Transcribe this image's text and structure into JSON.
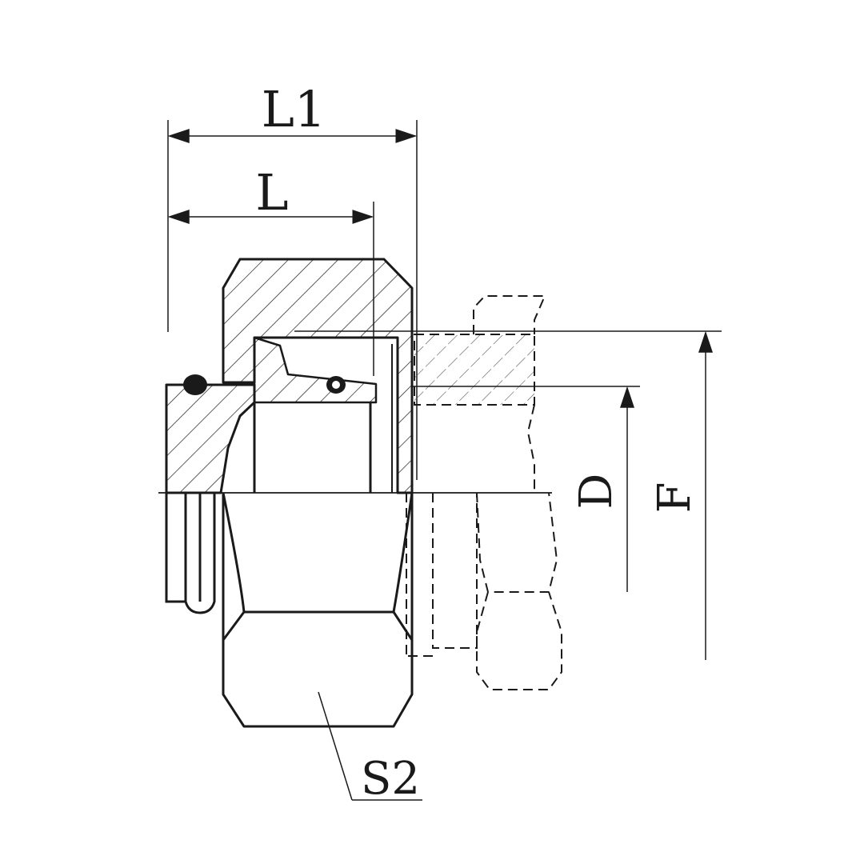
{
  "labels": {
    "l1": "L1",
    "l": "L",
    "d": "D",
    "f": "F",
    "s2": "S2"
  },
  "colors": {
    "line": "#1a1a1a",
    "background": "#ffffff"
  }
}
